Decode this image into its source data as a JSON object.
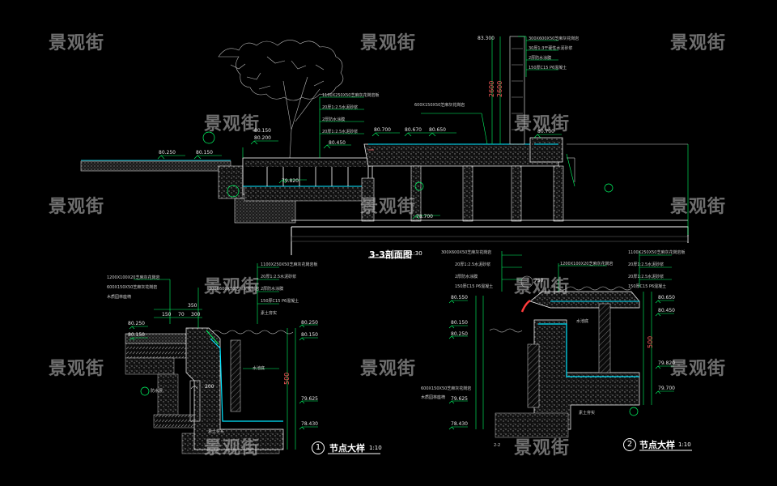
{
  "watermark": "景观街",
  "section": {
    "title": "3-3剖面图",
    "scale": "1:30"
  },
  "detail1": {
    "number": "1",
    "title": "节点大样",
    "scale": "1:10"
  },
  "detail2": {
    "number": "2",
    "title": "节点大样",
    "scale": "1:10"
  },
  "section_marker": {
    "text": "2-2"
  },
  "levels": {
    "l80250": "80.250",
    "l80150": "80.150",
    "l80200": "80.200",
    "l80450": "80.450",
    "l80700": "80.700",
    "l80670": "80.670",
    "l80650": "80.650",
    "l80700b": "80.700",
    "l79820": "79.820",
    "l78700": "78.700",
    "l83300": "83.300",
    "d_80250": "80.250",
    "d_80150": "80.150",
    "d_80250r": "80.250",
    "d_80150r": "80.150",
    "d_79625": "79.625",
    "d_78430": "78.430",
    "e_80550": "80.550",
    "e_80150": "80.150",
    "e_80250": "80.250",
    "e_80650": "80.650",
    "e_80450": "80.450",
    "e_79820": "79.820",
    "e_79700": "79.700",
    "e_79625": "79.625",
    "e_78430": "78.430"
  },
  "dims": {
    "d2600a": "2600",
    "d2600b": "2600",
    "d350": "350",
    "d150": "150",
    "d70": "70",
    "d300": "300",
    "d200": "200",
    "d500": "500",
    "d750": "750"
  },
  "notes": [
    "1100X250X50芝麻灰花岗岩板",
    "20厚1:2.5水泥砂浆",
    "2厚防水涂膜",
    "20厚1:2.5水泥砂浆",
    "150厚C15 P6混凝土",
    "素土夯实",
    "300X600X50芝麻灰花岗岩",
    "30厚1:3干硬性水泥砂浆",
    "1200X100X20芝麻灰花岗岩",
    "600X150X50芝麻灰花岗岩",
    "木质园林座椅",
    "素土夯实",
    "水池底",
    "防水层"
  ]
}
